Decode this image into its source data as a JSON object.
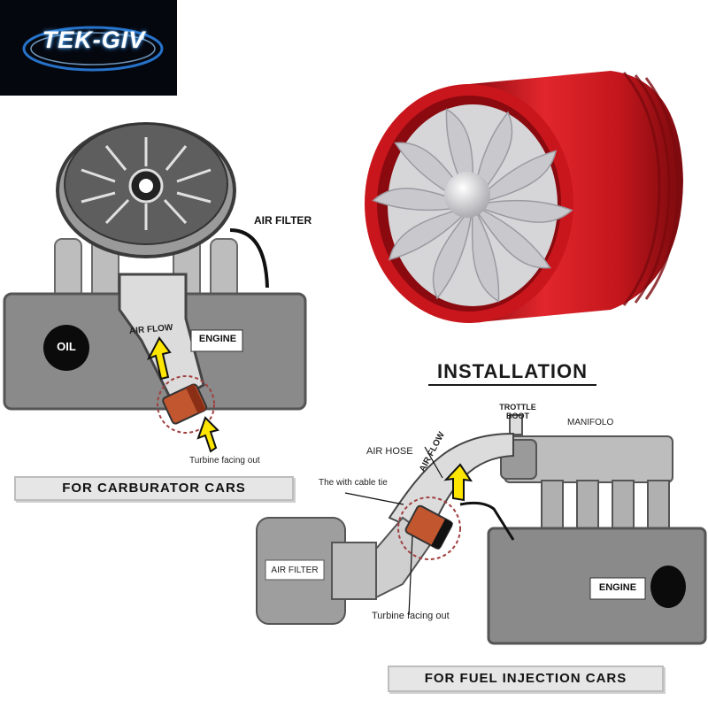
{
  "logo": {
    "text": "TEK-GIV",
    "glow_color": "#3da0ff"
  },
  "title": "INSTALLATION",
  "carburator": {
    "air_filter": "AIR FILTER",
    "air_flow": "AIR FLOW",
    "engine": "ENGINE",
    "oil": "OIL",
    "turbine_note": "Turbine facing out",
    "banner": "FOR CARBURATOR CARS"
  },
  "injection": {
    "throttle_boot": "TROTTLE\nBOOT",
    "manifold": "MANIFOLO",
    "air_hose": "AIR HOSE",
    "air_flow": "AIR FLOW",
    "cable_tie": "The with cable tie",
    "air_filter": "AIR FILTER",
    "engine": "ENGINE",
    "turbine_note": "Turbine facing out",
    "banner": "FOR FUEL INJECTION CARS"
  },
  "colors": {
    "product_red": "#d81f26",
    "engine_gray": "#8a8a8a",
    "arrow_yellow": "#ffe600",
    "fan_blade": "#d9d9dc"
  }
}
